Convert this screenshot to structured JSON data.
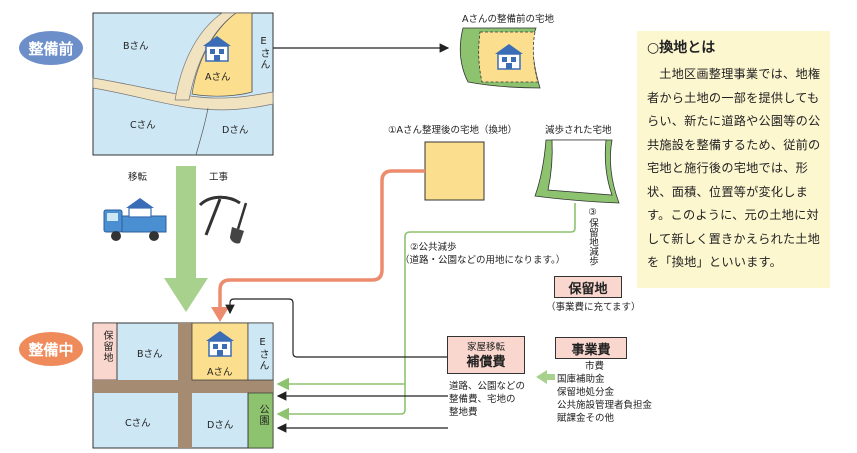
{
  "labels": {
    "before": "整備前",
    "during": "整備中"
  },
  "before_map": {
    "b": "Bさん",
    "a": "Aさん",
    "e": "Eさん",
    "c": "Cさん",
    "d": "Dさん"
  },
  "during_map": {
    "reserve": "保留地",
    "b": "Bさん",
    "a": "Aさん",
    "e": "Eさん",
    "c": "Cさん",
    "d": "Dさん",
    "park": "公園"
  },
  "steps": {
    "move": "移転",
    "construction": "工事"
  },
  "lots": {
    "a_before_title": "Aさんの整備前の宅地",
    "a_after_title": "①Aさん整理後の宅地（換地）",
    "reduced_title": "減歩された宅地",
    "public_reduction": "②公共減歩",
    "public_reduction_note": "（道路・公園などの用地になります。）",
    "reserve_reduction": "③保留地減歩"
  },
  "reserve_box": {
    "label": "保留地",
    "note": "（事業費に充てます）"
  },
  "compensation_box": {
    "line1": "家屋移転",
    "line2": "補償費",
    "uses": [
      "道路、公園などの",
      "整備費、宅地の",
      "整地費"
    ]
  },
  "project_cost_box": {
    "label": "事業費",
    "sources": [
      "市費",
      "国庫補助金",
      "保留地処分金",
      "公共施設管理者負担金",
      "賦課金その他"
    ]
  },
  "explanation": {
    "title": "○換地とは",
    "body": "土地区画整理事業では、地権者から土地の一部を提供してもらい、新たに道路や公園等の公共施設を整備するため、従前の宅地と施行後の宅地では、形状、面積、位置等が変化します。このように、元の土地に対して新しく置きかえられた土地を「換地」といいます。"
  },
  "colors": {
    "lot_blue": "#cde7f5",
    "lot_yellow": "#fbdf8e",
    "road_beige": "#f1e2c0",
    "road_brown": "#a58b72",
    "green": "#8dc26f",
    "light_green_arrow": "#a8d18e",
    "orange_arrow": "#ec8b6d",
    "pink_box": "#f9d7cf",
    "cream": "#fdf7d0",
    "label_blue": "#6d8fc9",
    "label_orange": "#ef8b5a"
  }
}
